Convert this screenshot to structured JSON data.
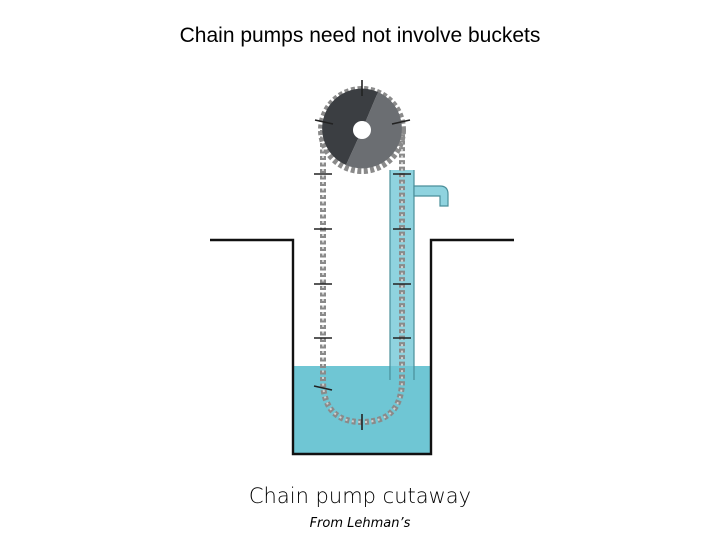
{
  "slide": {
    "title": "Chain pumps need not involve buckets",
    "caption": "Chain pump cutaway",
    "credit": "From Lehman’s"
  },
  "colors": {
    "water": "#6fc6d4",
    "pipe_water": "#8fd3df",
    "wheel_dark": "#3b3e42",
    "wheel_light": "#6b6e72",
    "chain": "#8a8a8a",
    "ground": "#111111"
  }
}
